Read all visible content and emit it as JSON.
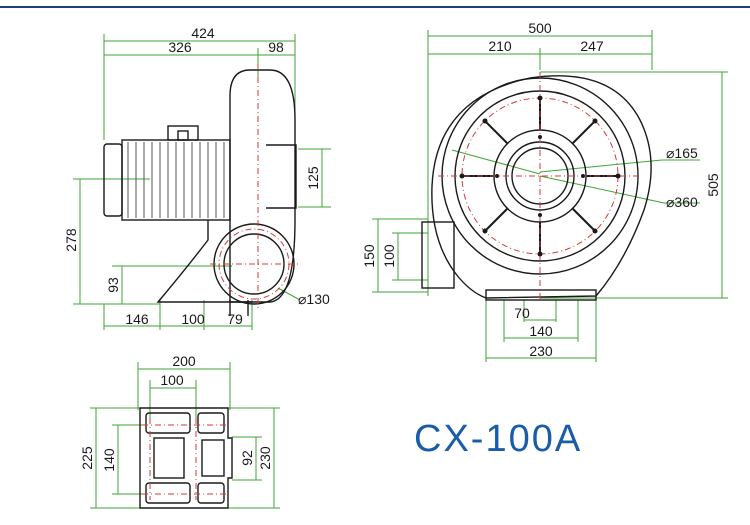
{
  "model_title": "CX-100A",
  "colors": {
    "top_rule": "#1f3f7a",
    "title": "#1a5ca8",
    "dimension_line": "#3fa535",
    "center_line": "#d23a3a",
    "outline": "#1a1a1a"
  },
  "side_view": {
    "overall_width": "424",
    "motor_section": "326",
    "housing_depth": "98",
    "inlet_height": "125",
    "total_height": "278",
    "outlet_center_height": "93",
    "base_offset": "146",
    "base_spacing": "100",
    "outlet_offset": "79",
    "outlet_diameter": "⌀130"
  },
  "front_view": {
    "overall_width": "500",
    "left_span": "210",
    "right_span": "247",
    "overall_height": "505",
    "inlet_diameter": "⌀165",
    "housing_diameter": "⌀360",
    "outlet_height_outer": "150",
    "outlet_height_inner": "100",
    "base_inner": "70",
    "base_middle": "140",
    "base_outer": "230"
  },
  "bottom_view": {
    "overall_width": "200",
    "hole_spacing_x": "100",
    "overall_depth": "225",
    "hole_spacing_y": "140",
    "inner_depth": "92",
    "outer_depth": "230"
  }
}
